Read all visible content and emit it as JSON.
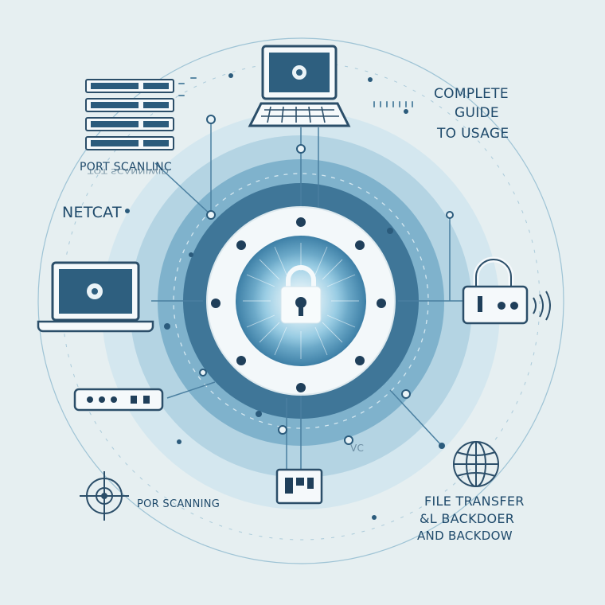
{
  "labels": {
    "title_line1": "COMPLETE",
    "title_line2": "GUIDE",
    "title_line3": "TO USAGE",
    "port_scanning_top": "PORT SCANLINC",
    "port_scanning_mirror": "TOT SCANNIWID",
    "netcat": "NETCAT",
    "vc": "VC",
    "port_scanning_bottom": "POR SCANNING",
    "file_transfer_line1": "FILE TRANSFER",
    "file_transfer_line2": "&L BACKDOER",
    "file_transfer_line3": "AND BACKDOW"
  },
  "icons": {
    "central": "padlock-icon",
    "top": "desktop-computer-icon",
    "left": "laptop-icon",
    "right": "padlock-device-icon",
    "bottom": "port-block-icon",
    "servers": "server-rack-icon",
    "crosshair": "crosshair-icon",
    "globe": "globe-icon"
  },
  "colors": {
    "background": "#e6eff1",
    "primary": "#1f4a6b",
    "accent": "#5a9fc4",
    "ring_light": "#cfe3ec"
  }
}
